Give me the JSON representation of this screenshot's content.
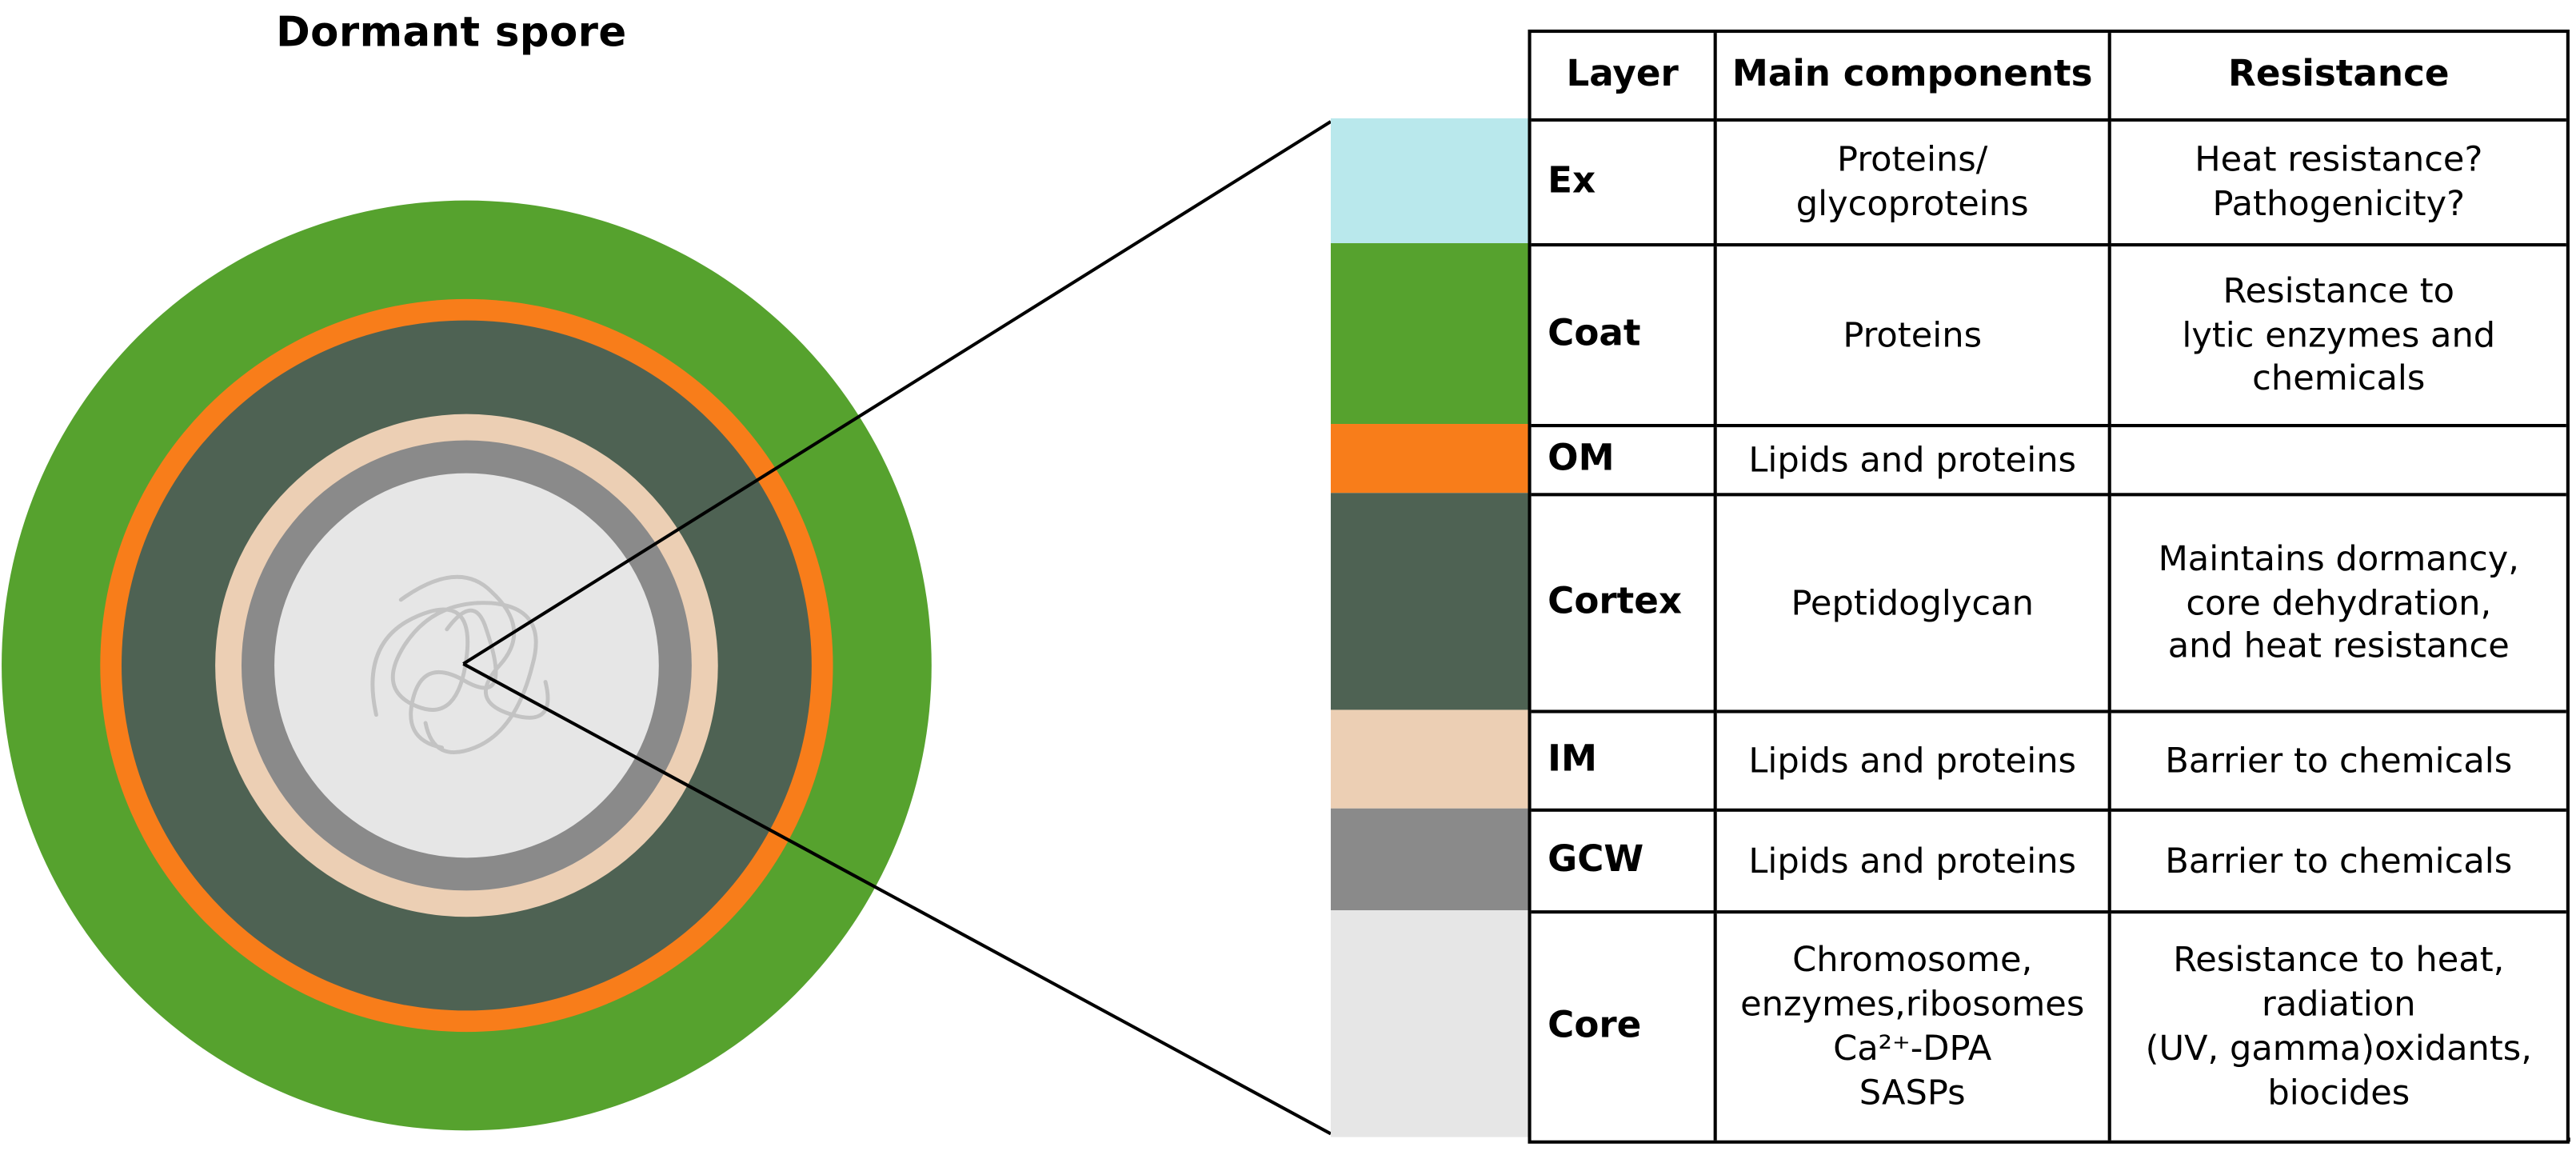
{
  "title": "Dormant spore",
  "colors": {
    "ex": "#b9e8ec",
    "coat": "#56a22e",
    "om": "#f87d1a",
    "cortex": "#4e6253",
    "im": "#eccfb4",
    "gcw": "#8a8a8a",
    "core": "#e6e6e6"
  },
  "table": {
    "headers": [
      "Layer",
      "Main components",
      "Resistance"
    ],
    "rows": [
      {
        "layer": "Ex",
        "components": "Proteins/\nglycoproteins",
        "resistance": "Heat resistance?\nPathogenicity?"
      },
      {
        "layer": "Coat",
        "components": "Proteins",
        "resistance": "Resistance to\nlytic enzymes and\nchemicals"
      },
      {
        "layer": "OM",
        "components": "Lipids and proteins",
        "resistance": ""
      },
      {
        "layer": "Cortex",
        "components": "Peptidoglycan",
        "resistance": "Maintains dormancy,\ncore dehydration,\nand heat resistance"
      },
      {
        "layer": "IM",
        "components": "Lipids and proteins",
        "resistance": "Barrier to chemicals"
      },
      {
        "layer": "GCW",
        "components": "Lipids and proteins",
        "resistance": "Barrier to chemicals"
      },
      {
        "layer": "Core",
        "components": "Chromosome,\nenzymes,ribosomes\nCa²⁺-DPA\nSASPs",
        "resistance": "Resistance to heat,\nradiation\n(UV, gamma)oxidants,\nbiocides"
      }
    ]
  },
  "stray_period": "."
}
